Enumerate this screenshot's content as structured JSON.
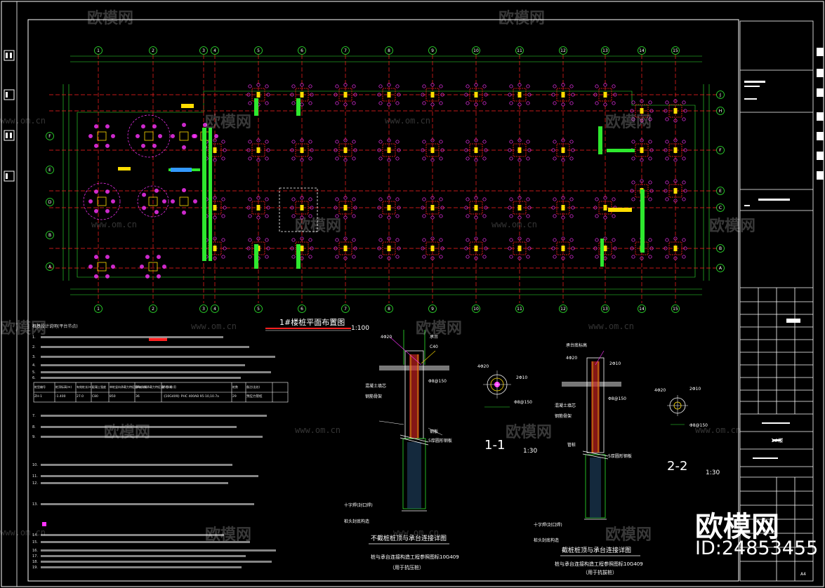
{
  "drawing": {
    "plan_title": "1#楼桩平面布置图",
    "plan_scale": "1:100",
    "colors": {
      "background": "#000000",
      "frame": "#ffffff",
      "axis_red": "#ff2020",
      "dim_green": "#2ee82e",
      "pile_magenta": "#ff33ff",
      "cap_yellow": "#ffdd00",
      "label_cyan": "#33ddff"
    },
    "axes_top": [
      "1",
      "2",
      "3",
      "4",
      "5",
      "6",
      "7",
      "8",
      "9",
      "10",
      "11",
      "12",
      "13",
      "14",
      "15"
    ],
    "axes_bottom": [
      "1",
      "2",
      "3",
      "4",
      "5",
      "6",
      "7",
      "8",
      "9",
      "10",
      "11",
      "12",
      "13",
      "14",
      "15"
    ],
    "axes_left": [
      "A",
      "B",
      "D",
      "E",
      "F"
    ],
    "axes_right": [
      "J",
      "H",
      "F",
      "E",
      "C",
      "B",
      "A"
    ],
    "notes_title": "桩基设计说明(平台节点)",
    "table_headers": [
      "桩型编号",
      "桩顶标高(m)",
      "有效桩长(m)",
      "混凝土强度",
      "单桩竖向承载力特征值Ra(kN)",
      "单桩抗拔承载力特征值Rt(kN)",
      "桩 型 选 用",
      "桩数",
      "备注(出处)"
    ],
    "table_row": [
      "ZH-1",
      "-1.400",
      "27.0",
      "C80",
      "850",
      "36",
      "《10G409》PHC 400AB 95-10,10.7a",
      "29",
      "预应力管桩"
    ],
    "notes_lines": [
      "1.",
      "2.",
      "3.",
      "4.",
      "5.",
      "6.",
      "7.",
      "8.",
      "9.",
      "10.",
      "11.",
      "12.",
      "13.",
      "14.",
      "15.",
      "16.",
      "17.",
      "18.",
      "19."
    ]
  },
  "detail1": {
    "title": "不截桩桩顶与承台连接详图",
    "sub": "桩与承台连接构造工程参照图标10G409",
    "sub2": "（用于抗压桩）",
    "labels": [
      "4Φ20",
      "承台",
      "C40",
      "Φ8@150",
      "混凝土填芯",
      "钢筋骨架",
      "钢板",
      "5厚圆形钢板",
      "十字焊(封口焊)",
      "桩头封底构造"
    ]
  },
  "detail2": {
    "title": "截桩桩顶与承台连接详图",
    "sub": "桩与承台连接构造工程参照图标10G409",
    "sub2": "（用于抗拔桩）",
    "labels": [
      "4Φ20",
      "承台底标高",
      "2Φ10",
      "Φ8@150",
      "混凝土填芯",
      "钢筋骨架",
      "管桩",
      "5厚圆形钢板",
      "十字焊(封口焊)",
      "桩头封底构造"
    ]
  },
  "section11": {
    "title": "1-1",
    "scale": "1:30",
    "labels": [
      "4Φ20",
      "Φ8@150",
      "2Φ10"
    ]
  },
  "section22": {
    "title": "2-2",
    "scale": "1:30",
    "labels": [
      "4Φ20",
      "2Φ10",
      "Φ8@150"
    ]
  },
  "titleblock": {
    "sheet": "1#楼",
    "sheet_no": "A4"
  },
  "watermark": {
    "brand": "欧模网",
    "url": "www.om.cn",
    "id": "ID:24853455"
  }
}
